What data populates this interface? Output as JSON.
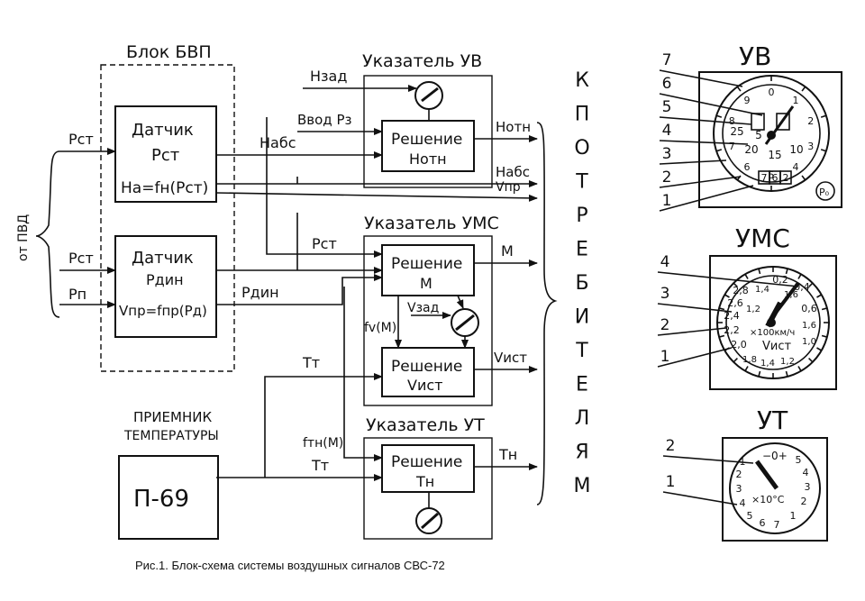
{
  "blocks": {
    "bvp": {
      "title": "Блок БВП"
    },
    "sensor_pst": {
      "line1": "Датчик",
      "line2": "Рст",
      "line3": "Нa=fн(Рст)"
    },
    "sensor_pdin": {
      "line1": "Датчик",
      "line2": "Рдин",
      "line3": "Vпр=fпр(Рд)"
    },
    "uv": {
      "title": "Указатель УВ",
      "solver1": "Решение",
      "solver2": "Нотн"
    },
    "ums": {
      "title": "Указатель УМС",
      "solverm1": "Решение",
      "solverm2": "М",
      "solverv1": "Решение",
      "solverv2": "Vист"
    },
    "ut": {
      "title": "Указатель УТ",
      "solver1": "Решение",
      "solver2": "Тн"
    },
    "receiver": {
      "label1": "ПРИЕМНИК",
      "label2": "ТЕМПЕРАТУРЫ",
      "box": "П-69"
    }
  },
  "signals": {
    "from_pvd": "от ПВД",
    "pst_in": "Рст",
    "pst_in2": "Рст",
    "pp_in": "Рп",
    "h_zad": "Нзад",
    "vvod_p3": "Ввод Рз",
    "h_abs": "Набс",
    "h_otn_out": "Нотн",
    "h_abs_out": "Набс",
    "v_pr_out": "Vпр",
    "pst_mid": "Рст",
    "pdin_mid": "Рдин",
    "m_out": "М",
    "v_zad": "Vзад",
    "fv_m": "fv(М)",
    "v_ist_out": "Vист",
    "tt1": "Тт",
    "ftn_m": "fтн(М)",
    "tt2": "Тт",
    "th_out": "Тн"
  },
  "consumers": [
    "К",
    "П",
    "О",
    "Т",
    "Р",
    "Е",
    "Б",
    "И",
    "Т",
    "Е",
    "Л",
    "Я",
    "М"
  ],
  "gauges": {
    "uv": {
      "title": "УВ",
      "callouts": [
        "7",
        "6",
        "5",
        "4",
        "3",
        "2",
        "1"
      ],
      "scale": [
        "0",
        "1",
        "2",
        "3",
        "4",
        "5",
        "6",
        "7",
        "8",
        "9"
      ],
      "inner": [
        "20",
        "15",
        "10",
        "5",
        "25"
      ],
      "counter": [
        "7",
        "6",
        "2"
      ],
      "badge": "Р₀"
    },
    "ums": {
      "title": "УМС",
      "callouts": [
        "4",
        "3",
        "2",
        "1"
      ],
      "outer": [
        "0,2",
        "0,4",
        "0,6",
        "2,8",
        "2,6",
        "2,4",
        "2,2",
        "2,0"
      ],
      "inner": [
        "1,6",
        "1,8",
        "1,4",
        "1,2",
        "1,0",
        "1,6",
        "1,4",
        "1,2"
      ],
      "unit": "×100км/ч",
      "label": "Vист"
    },
    "ut": {
      "title": "УТ",
      "callouts": [
        "2",
        "1"
      ],
      "top": "−0+",
      "scale": [
        "1",
        "2",
        "3",
        "4",
        "5",
        "6",
        "7",
        "1",
        "2",
        "3",
        "4",
        "5"
      ],
      "unit": "×10°С"
    }
  },
  "caption": "Рис.1. Блок-схема системы воздушных сигналов СВС-72"
}
